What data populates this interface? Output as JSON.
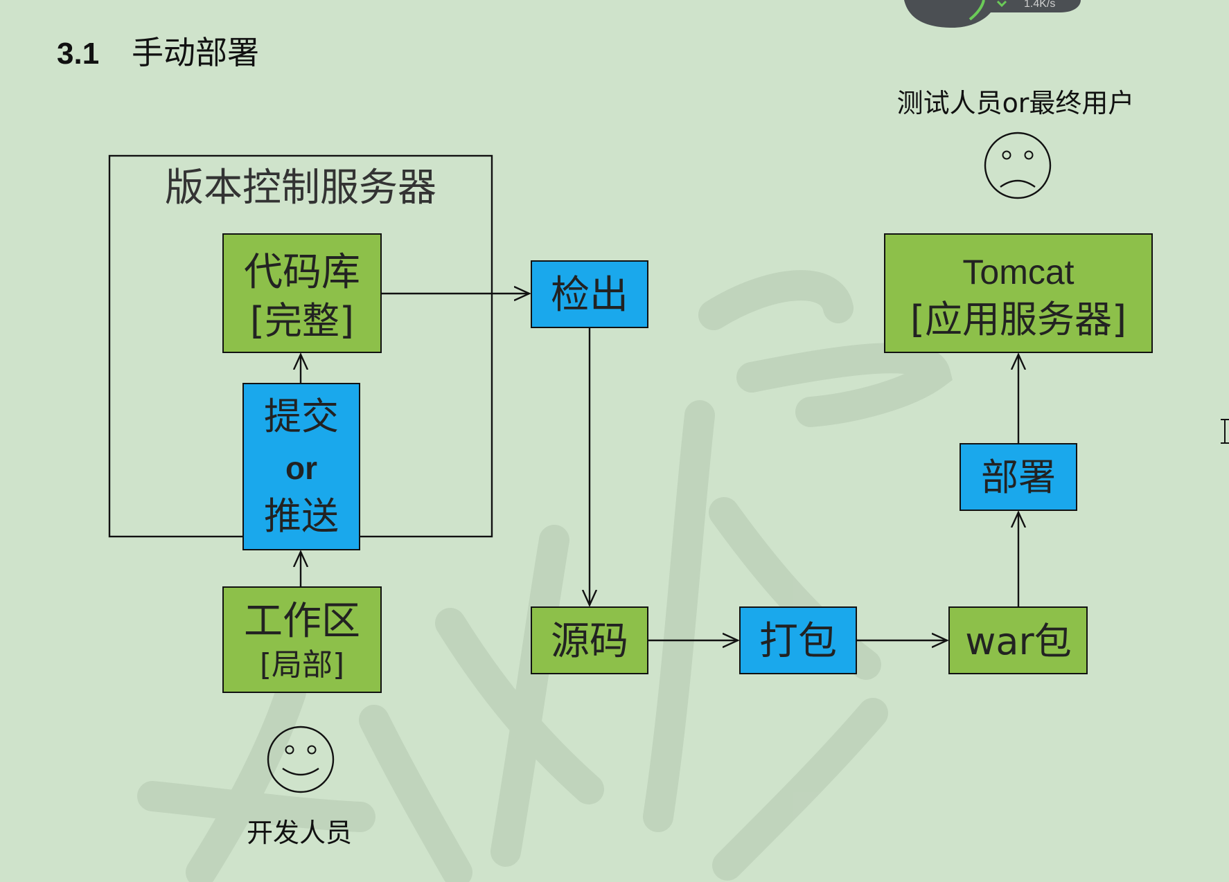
{
  "section": {
    "number": "3.1",
    "title": "手动部署"
  },
  "vcs": {
    "label": "版本控制服务器",
    "repo_line1": "代码库",
    "repo_line2": "[完整]",
    "commit_line1": "提交",
    "commit_line2": "or",
    "commit_line3": "推送"
  },
  "workspace": {
    "line1": "工作区",
    "line2": "[局部]"
  },
  "developer_label": "开发人员",
  "checkout_label": "检出",
  "source_label": "源码",
  "package_label": "打包",
  "war_label": "war包",
  "deploy_label": "部署",
  "tomcat": {
    "line1": "Tomcat",
    "line2": "[应用服务器]"
  },
  "tester_label": "测试人员or最终用户",
  "speed_readout": "1.4K/s",
  "colors": {
    "background": "#cfe3cb",
    "green_box": "#8dc04a",
    "blue_box": "#1aa8ec",
    "outline": "#111111",
    "watermark": "#b9cbb5"
  }
}
